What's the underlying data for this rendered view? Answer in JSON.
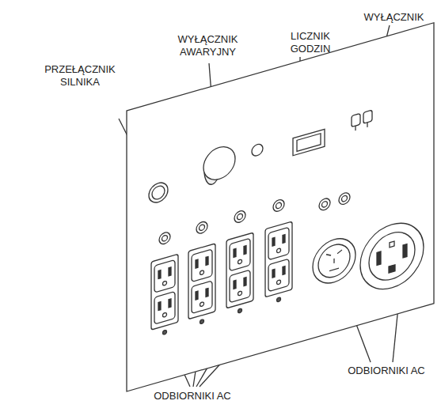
{
  "diagram": {
    "labels": [
      "PRZEŁĄCZNIK SILNIKA",
      "WYŁĄCZNIK AWARYJNY",
      "LICZNIK GODZIN",
      "WYŁĄCZNIK",
      "ODBIORNIKI AC",
      "ODBIORNIKI AC"
    ]
  }
}
